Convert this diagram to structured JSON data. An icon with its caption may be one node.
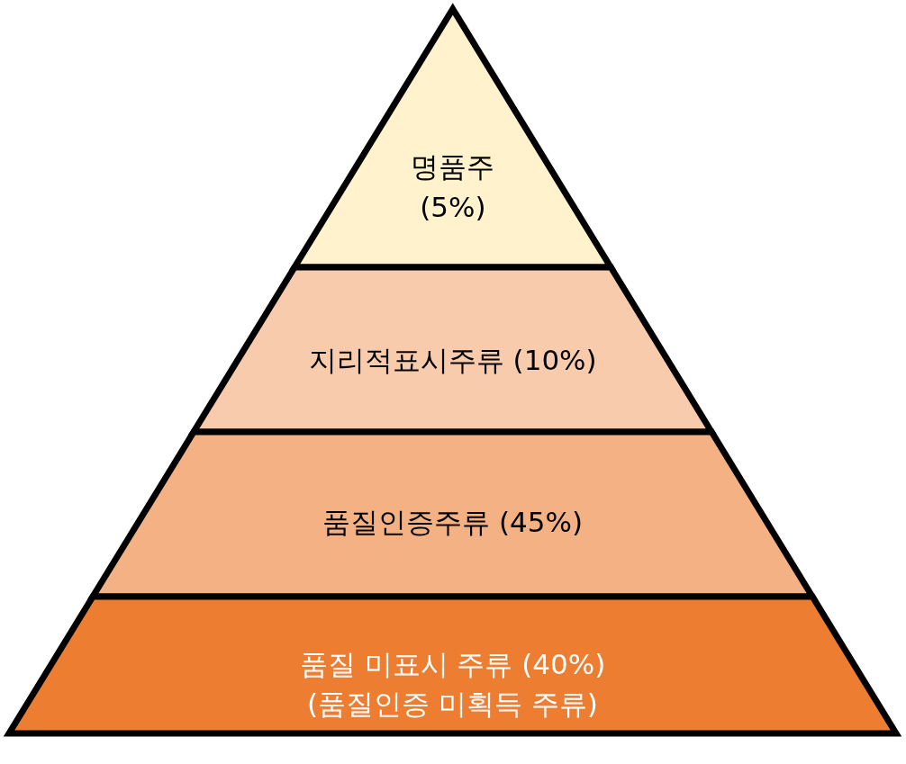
{
  "diagram": {
    "nodes": [
      {
        "text": [
          "명품주 (5%)"
        ]
      },
      {
        "text": [
          "지리적표시주류 (10%)"
        ]
      },
      {
        "text": [
          "품질인증주류 (45%)"
        ]
      },
      {
        "text": [
          "품질 미표시 주류 (40%)",
          "(품질인증 미획득 주류)"
        ]
      }
    ]
  }
}
